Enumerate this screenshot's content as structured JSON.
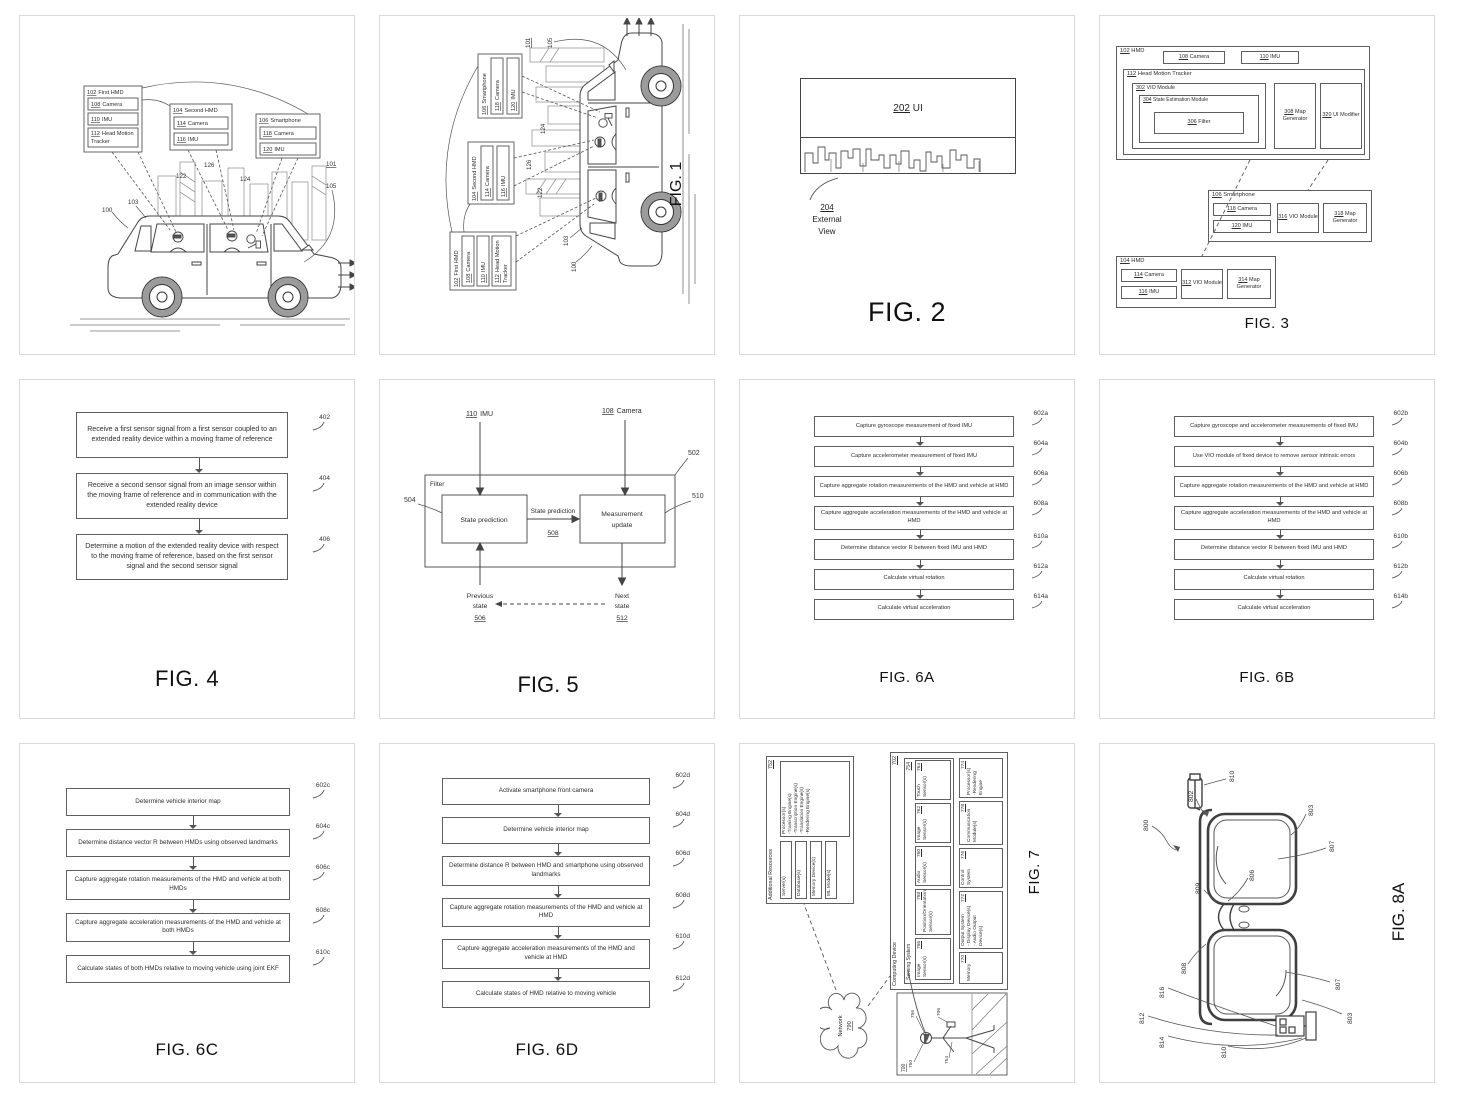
{
  "page": {
    "background": "#ffffff",
    "panel_border": "#d9d9d9",
    "ink": "#3c3c3c"
  },
  "fig1": {
    "caption": "FIG. 1",
    "boxes": {
      "first_hmd": {
        "num": "102",
        "label": "First HMD",
        "cam_num": "108",
        "cam": "Camera",
        "imu_num": "110",
        "imu": "IMU",
        "hmt_num": "112",
        "hmt1": "Head Motion",
        "hmt2": "Tracker"
      },
      "second_hmd": {
        "num": "104",
        "label": "Second HMD",
        "cam_num": "114",
        "cam": "Camera",
        "imu_num": "116",
        "imu": "IMU"
      },
      "smartphone": {
        "num": "106",
        "label": "Smartphone",
        "cam_num": "118",
        "cam": "Camera",
        "imu_num": "120",
        "imu": "IMU"
      }
    },
    "callouts": {
      "c100": "100",
      "c101": "101",
      "c103": "103",
      "c105": "105",
      "c122": "122",
      "c124": "124",
      "c126": "126"
    }
  },
  "fig2": {
    "caption": "FIG. 2",
    "ui_num": "202",
    "ui_label": "UI",
    "ext_num": "204",
    "ext_line1": "External",
    "ext_line2": "View"
  },
  "fig3": {
    "caption": "FIG. 3",
    "hmd1": {
      "num": "102",
      "label": "HMD",
      "cam_num": "108",
      "cam": "Camera",
      "imu_num": "110",
      "imu": "IMU",
      "hmt_num": "112",
      "hmt": "Head Motion Tracker",
      "vio_num": "302",
      "vio": "VIO Module",
      "sem_num": "304",
      "sem": "State Estimation Module",
      "filt_num": "306",
      "filt": "Filter",
      "map_num": "308",
      "map": "Map Generator",
      "uim_num": "320",
      "uim": "UI Modifier"
    },
    "phone": {
      "num": "106",
      "label": "Smartphone",
      "cam_num": "118",
      "cam": "Camera",
      "imu_num": "120",
      "imu": "IMU",
      "vio_num": "316",
      "vio": "VIO Module",
      "map_num": "318",
      "map": "Map Generator"
    },
    "hmd2": {
      "num": "104",
      "label": "HMD",
      "cam_num": "114",
      "cam": "Camera",
      "imu_num": "116",
      "imu": "IMU",
      "vio_num": "312",
      "vio": "VIO Module",
      "map_num": "314",
      "map": "Map Generator"
    }
  },
  "fig4": {
    "caption": "FIG. 4",
    "steps": [
      {
        "num": "402",
        "text": "Receive a first sensor signal from a first sensor coupled to an extended reality device within a moving frame of reference"
      },
      {
        "num": "404",
        "text": "Receive a second sensor signal from an image sensor within the moving frame of reference and in communication with the extended reality device"
      },
      {
        "num": "406",
        "text": "Determine a motion of the extended reality device with respect to the moving frame of reference, based on the first sensor signal and the second sensor signal"
      }
    ]
  },
  "fig5": {
    "caption": "FIG. 5",
    "imu_num": "110",
    "imu": "IMU",
    "cam_num": "108",
    "cam": "Camera",
    "filter": "Filter",
    "filter_num": "502",
    "sp": "State prediction",
    "sp_num": "504",
    "mu1": "Measurement",
    "mu2": "update",
    "mu_num": "510",
    "arrow_label": "State prediction",
    "arrow_num": "508",
    "prev1": "Previous",
    "prev2": "state",
    "prev_num": "506",
    "next1": "Next",
    "next2": "state",
    "next_num": "512"
  },
  "fig6a": {
    "caption": "FIG. 6A",
    "steps": [
      {
        "num": "602a",
        "text": "Capture gyroscope measurement of fixed IMU"
      },
      {
        "num": "604a",
        "text": "Capture accelerometer measurement of fixed IMU"
      },
      {
        "num": "606a",
        "text": "Capture aggregate rotation measurements of the HMD and vehicle at HMD"
      },
      {
        "num": "608a",
        "text": "Capture aggregate acceleration measurements of the HMD and vehicle at HMD"
      },
      {
        "num": "610a",
        "text": "Determine distance vector R between fixed IMU and HMD"
      },
      {
        "num": "612a",
        "text": "Calculate virtual rotation"
      },
      {
        "num": "614a",
        "text": "Calculate virtual acceleration"
      }
    ]
  },
  "fig6b": {
    "caption": "FIG. 6B",
    "steps": [
      {
        "num": "602b",
        "text": "Capture gyroscope and accelerometer measurements of fixed IMU"
      },
      {
        "num": "604b",
        "text": "Use VIO module of fixed device to remove sensor intrinsic errors"
      },
      {
        "num": "606b",
        "text": "Capture aggregate rotation measurements of the HMD and vehicle at HMD"
      },
      {
        "num": "608b",
        "text": "Capture aggregate acceleration measurements of the HMD and vehicle at HMD"
      },
      {
        "num": "610b",
        "text": "Determine distance vector R between fixed IMU and HMD"
      },
      {
        "num": "612b",
        "text": "Calculate virtual rotation"
      },
      {
        "num": "614b",
        "text": "Calculate virtual acceleration"
      }
    ]
  },
  "fig6c": {
    "caption": "FIG. 6C",
    "steps": [
      {
        "num": "602c",
        "text": "Determine vehicle interior map"
      },
      {
        "num": "604c",
        "text": "Determine distance vector R between HMDs using observed landmarks"
      },
      {
        "num": "606c",
        "text": "Capture aggregate rotation measurements of the HMD and vehicle at both HMDs"
      },
      {
        "num": "608c",
        "text": "Capture aggregate acceleration measurements of the HMD and vehicle at both HMDs"
      },
      {
        "num": "610c",
        "text": "Calculate states of both HMDs relative to moving vehicle using joint EKF"
      }
    ]
  },
  "fig6d": {
    "caption": "FIG. 6D",
    "steps": [
      {
        "num": "602d",
        "text": "Activate smartphone front camera"
      },
      {
        "num": "604d",
        "text": "Determine vehicle interior map"
      },
      {
        "num": "606d",
        "text": "Determine distance R between HMD and smartphone using observed landmarks"
      },
      {
        "num": "608d",
        "text": "Capture aggregate rotation measurements of the HMD and vehicle at HMD"
      },
      {
        "num": "610d",
        "text": "Capture aggregate acceleration measurements of the HMD and vehicle at HMD"
      },
      {
        "num": "612d",
        "text": "Calculate states of HMD relative to moving vehicle"
      }
    ]
  },
  "fig7": {
    "caption": "FIG. 7",
    "additional": {
      "num": "752",
      "label": "Additional Resources",
      "items": [
        "Server(s)",
        "Database(s)",
        "Memory Device(s)",
        "ML Model(s)"
      ],
      "processor_title": "Processor(s)",
      "processor_lines": [
        "-Training Engine(s)",
        "-Transcription Engine(s)",
        "-Translation Engine(s)",
        "-Rendering Engine(s)"
      ]
    },
    "device": {
      "num": "702",
      "label": "Computing Device",
      "sensing": {
        "num": "754",
        "label": "Sensing System",
        "items": [
          {
            "num": "756",
            "label": "Image Sensor(s)"
          },
          {
            "num": "758",
            "label": "Position/Orientation Sensor(s)"
          },
          {
            "num": "760",
            "label": "Audio Sensor(s)"
          },
          {
            "num": "762",
            "label": "Image Sensor(s)"
          },
          {
            "num": "764",
            "label": "Touch Sensor(s)"
          }
        ]
      },
      "modules": [
        {
          "num": "770",
          "label": "Memory"
        },
        {
          "num": "772",
          "label": "Output System",
          "sub": [
            "- Display Device(s)",
            "- Audio Output Device(s)"
          ]
        },
        {
          "num": "776",
          "label": "Control System"
        },
        {
          "num": "778",
          "label": "Communication Module(s)"
        },
        {
          "num": "774",
          "label": "Processor(s)",
          "sub": [
            "-Rendering Engine"
          ]
        }
      ]
    },
    "network": {
      "num": "790",
      "label": "Network"
    },
    "scene": {
      "num": "700",
      "c1": "750",
      "c2": "756",
      "c3": "706",
      "c4": "754"
    }
  },
  "fig8a": {
    "caption": "FIG. 8A",
    "callouts": {
      "c800": "800",
      "c802": "802",
      "c803": "803",
      "c806": "806",
      "c807": "807",
      "c808": "808",
      "c809": "809",
      "c810": "810",
      "c812": "812",
      "c814": "814",
      "c816": "816"
    }
  }
}
